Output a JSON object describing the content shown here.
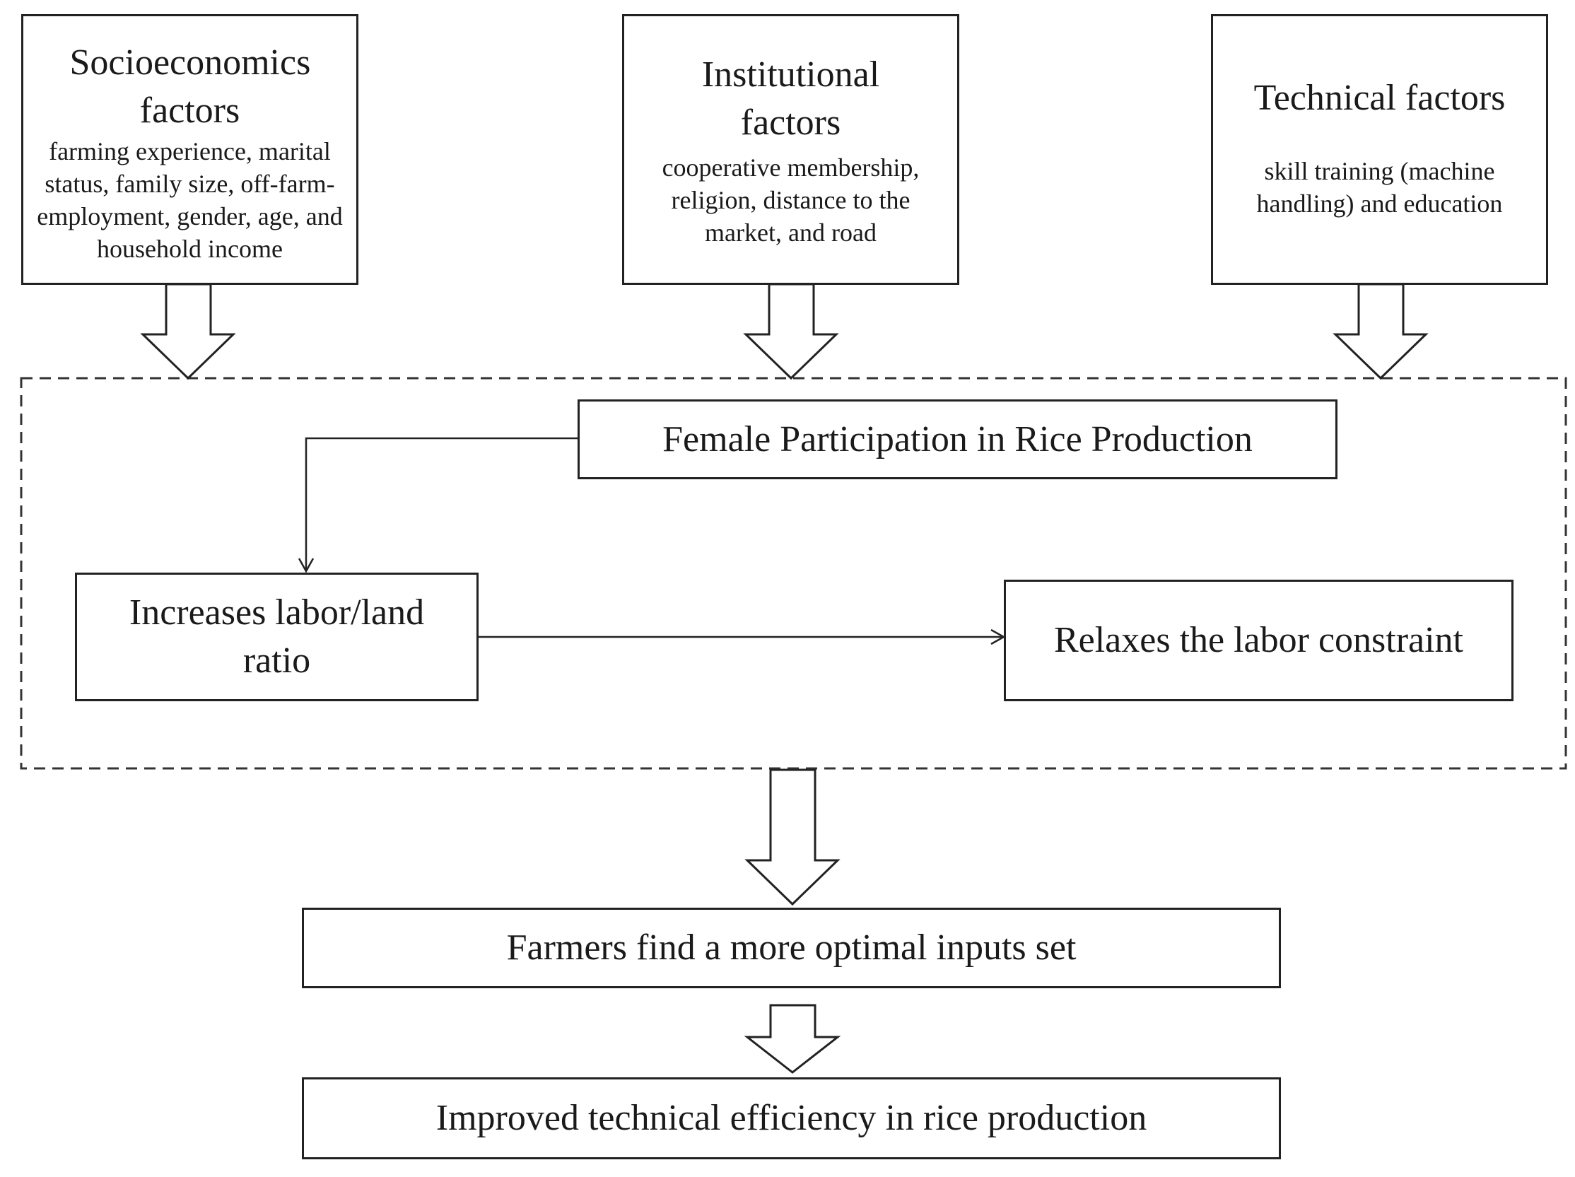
{
  "factors": {
    "socio": {
      "title": "Socioeconomics factors",
      "detail": "farming experience, marital status, family size, off-farm- employment, gender, age, and household income"
    },
    "institutional": {
      "title": "Institutional factors",
      "detail": "cooperative membership, religion, distance to the market, and road"
    },
    "technical": {
      "title": "Technical factors",
      "detail": "skill training (machine handling) and education"
    }
  },
  "mechanism": {
    "female_participation": "Female Participation in Rice Production",
    "labor_land_ratio": "Increases labor/land ratio",
    "labor_constraint": "Relaxes the labor constraint"
  },
  "outcomes": {
    "optimal_inputs": "Farmers find a more optimal inputs set",
    "efficiency": "Improved technical efficiency in rice production"
  }
}
